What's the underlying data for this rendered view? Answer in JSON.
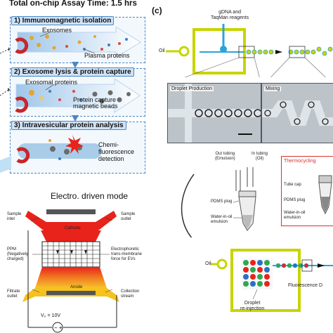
{
  "top_left": {
    "title": "Total on-chip Assay Time: 1.5 hrs",
    "step1": {
      "label": "1) Immunomagnetic isolation",
      "exosomes": "Exosomes",
      "plasma": "Plasma proteins"
    },
    "step2": {
      "label": "2) Exosome lysis & protein capture",
      "exosomal": "Exosomal proteins",
      "capture1": "Protein capture",
      "capture2": "magnetic beads"
    },
    "step3": {
      "label": "3) Intravesicular protein analysis",
      "chemi1": "Chemi-",
      "chemi2": "fluorescence",
      "chemi3": "detection"
    }
  },
  "bottom_left": {
    "title": "Electro. driven mode",
    "sample_inlet": [
      "Sample",
      "inlet"
    ],
    "sample_outlet": [
      "Sample",
      "outlet"
    ],
    "cathode": "Cathode",
    "anode": "Anode",
    "ppm": [
      "PPM",
      "(Negatively",
      "charged)"
    ],
    "force": [
      "Electrophoretic",
      "trans-membrane",
      "force for EVs"
    ],
    "filtrate": [
      "Filtrate",
      "outlet"
    ],
    "collection": [
      "Collection",
      "stream"
    ],
    "voltage": "V₀ = 10V"
  },
  "right_panel": {
    "panel_label": "(c)",
    "reagents": [
      "gDNA and",
      "TaqMan reagents"
    ],
    "oil": "Oil",
    "droplet_production": "Droplet Production",
    "mixing": "Mixing",
    "out_tubing": [
      "Out tubing",
      "(Emulsion)"
    ],
    "in_tubing": [
      "In tubing",
      "(Oil)"
    ],
    "pdms_plug": "PDMS plug",
    "water_in_oil": [
      "Water-in-oil",
      "emulsion"
    ],
    "thermocycling": "Thermocycling",
    "tube_cap": "Tube cap",
    "pdms_plug_2": "PDMS plug",
    "water_in_oil_2": [
      "Water-in-oil",
      "emulsion"
    ],
    "oil_2": "Oil",
    "fluorescence": "Fluorescence D",
    "droplet_reinjection": [
      "Droplet",
      "re-injection"
    ]
  },
  "colors": {
    "accent_blue": "#4a86c5",
    "chip_yellow_green": "#c8d400",
    "thermo_red": "#d9302c",
    "electrode_red": "#e8231b"
  }
}
